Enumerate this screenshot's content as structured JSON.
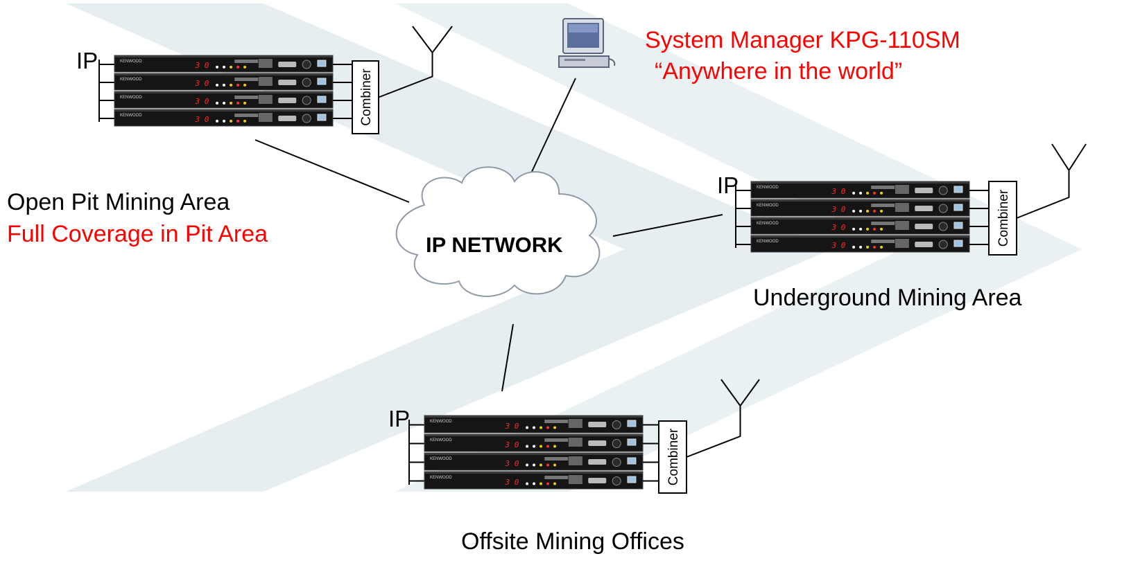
{
  "network": {
    "label": "IP NETWORK"
  },
  "system_manager": {
    "line1": "System Manager KPG-110SM",
    "line2": "“Anywhere in the world”",
    "icon": "computer-icon"
  },
  "sites": [
    {
      "id": "open-pit",
      "ip_label": "IP",
      "combiner_label": "Combiner",
      "brand": "KENWOOD",
      "channel_display": "3 0",
      "caption": "Open Pit Mining Area",
      "subcaption": "Full Coverage in Pit Area"
    },
    {
      "id": "underground",
      "ip_label": "IP",
      "combiner_label": "Combiner",
      "brand": "KENWOOD",
      "channel_display": "3 0",
      "caption": "Underground Mining Area"
    },
    {
      "id": "offsite",
      "ip_label": "IP",
      "combiner_label": "Combiner",
      "brand": "KENWOOD",
      "channel_display": "3 0",
      "caption": "Offsite Mining Offices"
    }
  ],
  "colors": {
    "accent_red": "#ff0000",
    "background_chevron": "#e3ecef",
    "rack_body": "#151515",
    "led_red": "#ff2a2a"
  }
}
